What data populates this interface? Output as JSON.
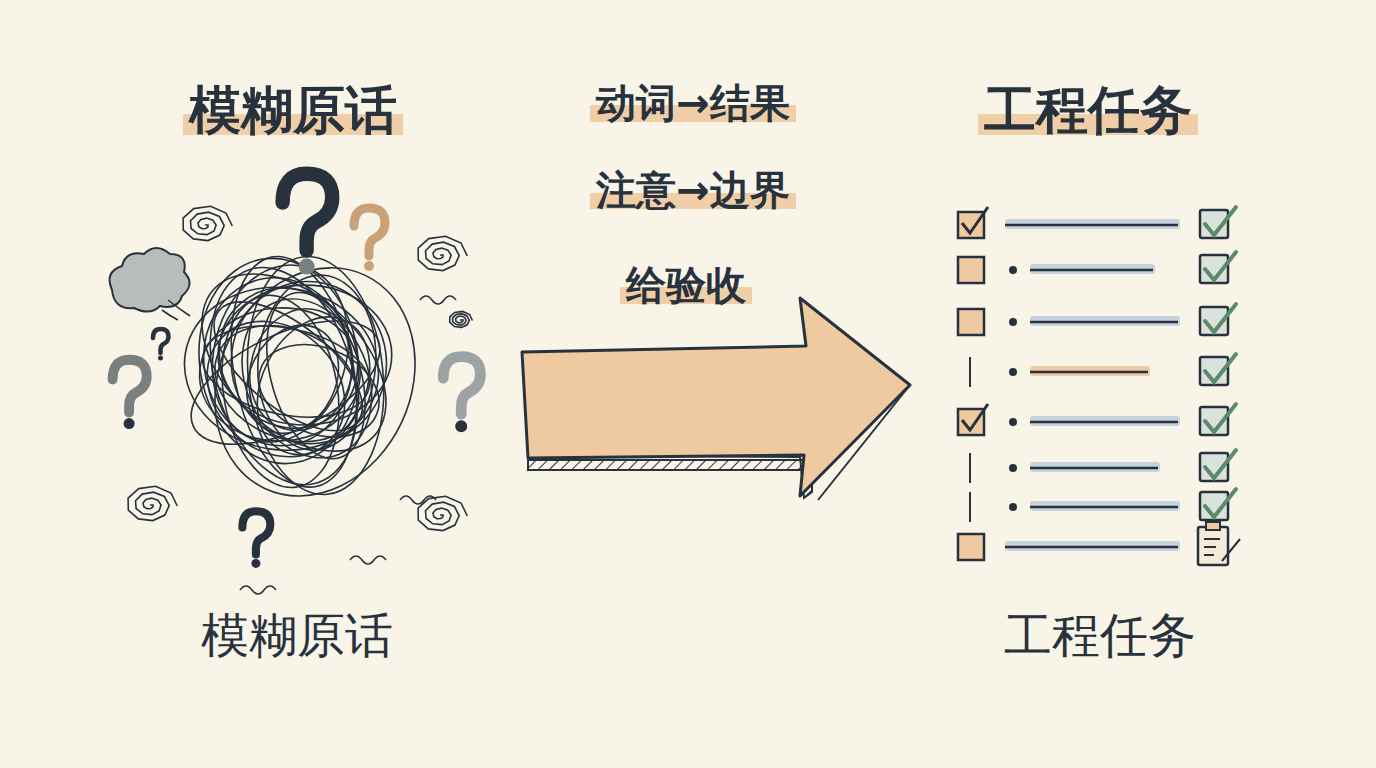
{
  "diagram": {
    "labels": [
      "模糊原话",
      "工程任务",
      "动词→结果",
      "注意→边界",
      "给验收",
      "模糊原话",
      "工程任务"
    ]
  }
}
